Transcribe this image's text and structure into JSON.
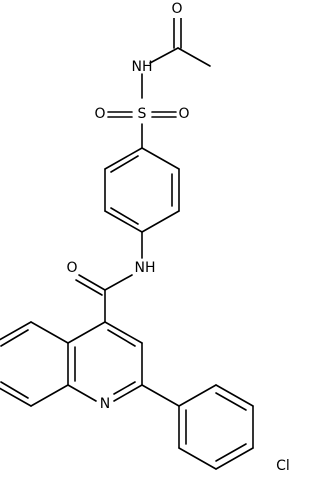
{
  "molecule": {
    "atoms": {
      "o_acetyl": "O",
      "nh_sulfonyl": "NH",
      "s": "S",
      "o_sulfonyl_left": "O",
      "o_sulfonyl_right": "O",
      "nh_amide": "NH",
      "o_amide": "O",
      "n_quinoline": "N",
      "cl": "Cl"
    }
  }
}
